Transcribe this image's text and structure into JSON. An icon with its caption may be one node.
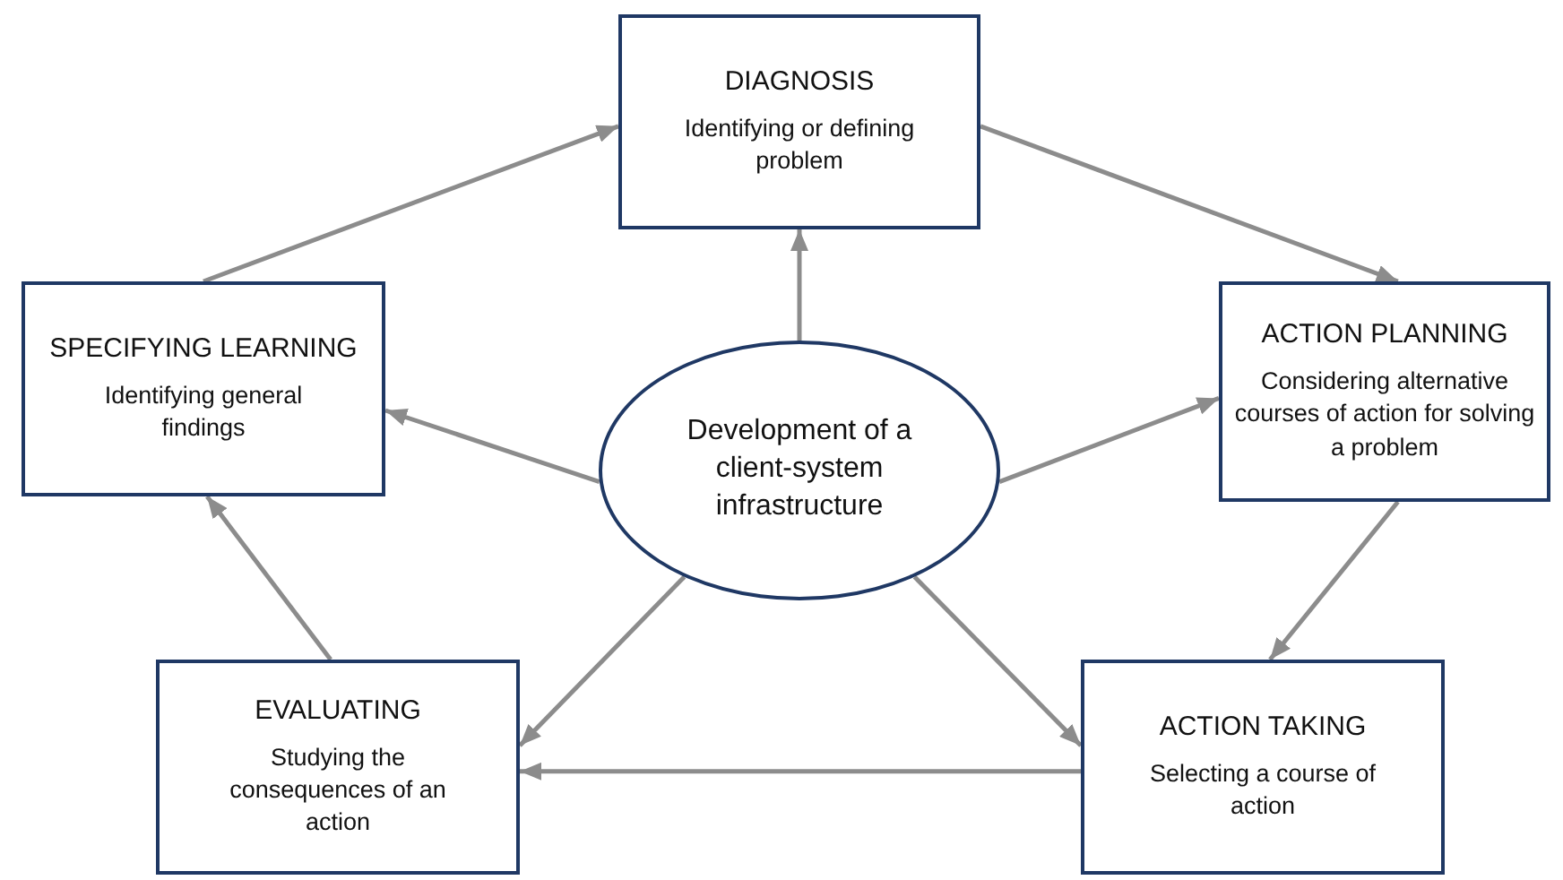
{
  "diagram": {
    "nodes": [
      {
        "text": [
          "DIAGNOSIS",
          "Identifying or defining problem"
        ]
      },
      {
        "text": [
          "SPECIFYING LEARNING",
          "Identifying general findings"
        ]
      },
      {
        "text": [
          "Development of a client-system infrastructure"
        ]
      },
      {
        "text": [
          "ACTION PLANNING",
          "Considering alternative courses of action for solving a problem"
        ]
      },
      {
        "text": [
          "EVALUATING",
          "Studying the consequences of an action"
        ]
      },
      {
        "text": [
          "ACTION TAKING",
          "Selecting a course of action"
        ]
      }
    ],
    "edges": [
      {
        "from": 1,
        "to": 0,
        "arrow": "to"
      },
      {
        "from": 0,
        "to": 3,
        "arrow": "to"
      },
      {
        "from": 3,
        "to": 5,
        "arrow": "to"
      },
      {
        "from": 5,
        "to": 4,
        "arrow": "to"
      },
      {
        "from": 4,
        "to": 1,
        "arrow": "to"
      },
      {
        "from": 2,
        "to": 0,
        "arrow": "to"
      },
      {
        "from": 2,
        "to": 1,
        "arrow": "to"
      },
      {
        "from": 2,
        "to": 3,
        "arrow": "to"
      },
      {
        "from": 2,
        "to": 4,
        "arrow": "to"
      },
      {
        "from": 2,
        "to": 5,
        "arrow": "to"
      }
    ]
  }
}
